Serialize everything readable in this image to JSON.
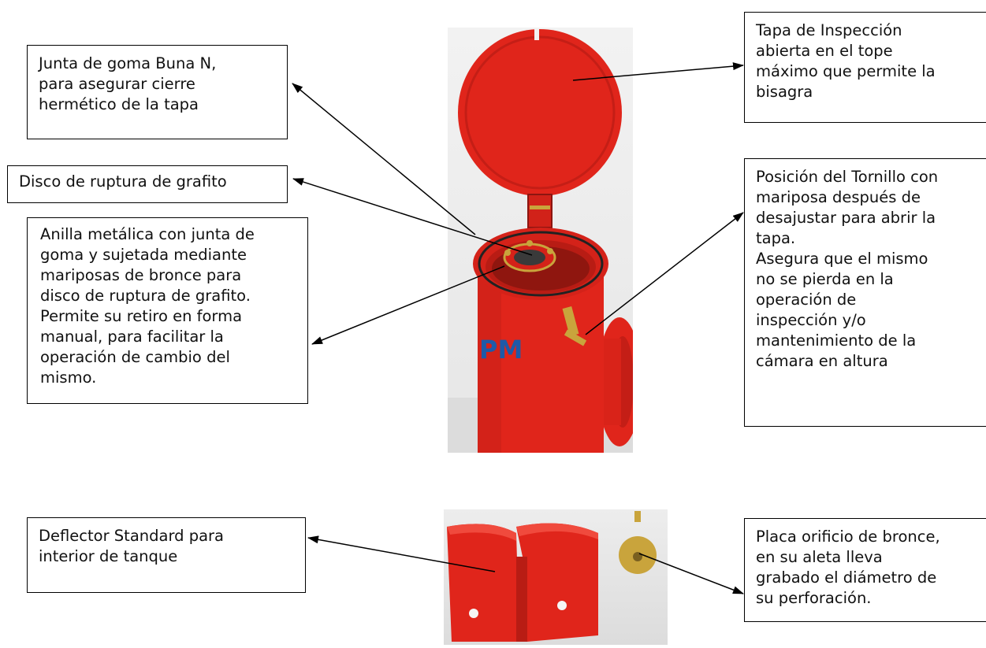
{
  "callouts": {
    "junta_goma": "Junta de goma Buna N,\npara asegurar cierre\nhermético de la tapa",
    "disco_ruptura": "Disco de ruptura de grafito",
    "anilla": "Anilla metálica con junta de\ngoma y sujetada mediante\nmariposas de bronce para\ndisco de ruptura de grafito.\nPermite su retiro en forma\nmanual, para facilitar la\noperación de cambio del\nmismo.",
    "tapa_inspeccion": "Tapa de Inspección\nabierta en el tope\nmáximo que permite la\nbisagra",
    "tornillo": "Posición del Tornillo con\nmariposa después de\ndesajustar para abrir la\ntapa.\nAsegura que el mismo\nno se pierda en la\noperación de\ninspección y/o\nmantenimiento de la\ncámara en altura",
    "deflector": "Deflector Standard para\ninterior de tanque",
    "placa": "Placa orificio de bronce,\nen su aleta lleva\ngrabado el diámetro de\nsu perforación."
  },
  "photo_text": {
    "logo": "PM"
  },
  "colors": {
    "product_red": "#e0251b",
    "dark_red": "#a81812",
    "brass": "#c9a43c",
    "logo_blue": "#1e5aa8"
  }
}
